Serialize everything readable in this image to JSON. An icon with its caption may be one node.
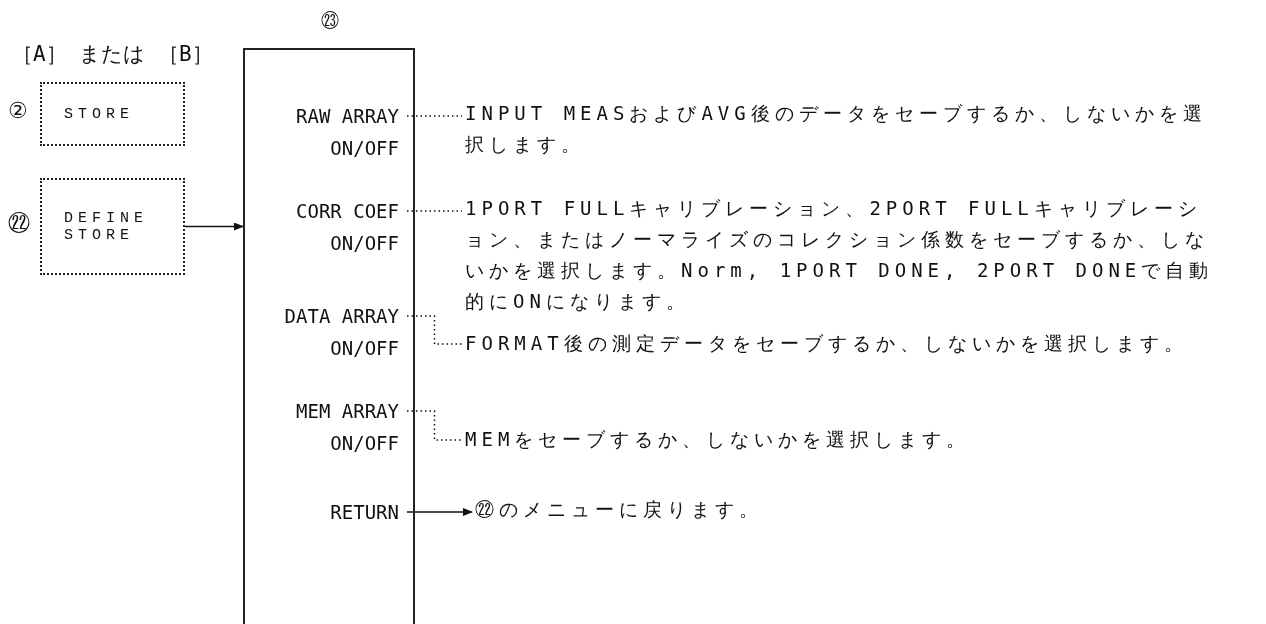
{
  "diagram": {
    "nodes": [
      {
        "text": [
          "STORE"
        ],
        "beside": [
          "②"
        ]
      },
      {
        "text": [
          "DEFINE STORE"
        ],
        "beside": [
          "㉒"
        ]
      },
      {
        "text": [
          "㉓"
        ]
      },
      {
        "text": [
          "RAW ARRAY ON/OFF"
        ],
        "in": 2
      },
      {
        "text": [
          "CORR COEF ON/OFF"
        ],
        "in": 2
      },
      {
        "text": [
          "DATA ARRAY ON/OFF"
        ],
        "in": 2
      },
      {
        "text": [
          "MEM ARRAY ON/OFF"
        ],
        "in": 2
      },
      {
        "text": [
          "RETURN"
        ],
        "in": 2
      },
      {
        "text": [
          "INPUT MEASおよびAVG後のデータをセーブするか、しないかを選択します。"
        ]
      },
      {
        "text": [
          "1PORT FULLキャリブレーション、2PORT FULLキャリブレーション、またはノーマライズのコレクション係数をセーブするか、しないかを選択します。Norm, 1PORT DONE, 2PORT DONEで自動的にONになります。"
        ]
      },
      {
        "text": [
          "FORMAT後の測定データをセーブするか、しないかを選択します。"
        ]
      },
      {
        "text": [
          "MEMをセーブするか、しないかを選択します。"
        ]
      },
      {
        "text": [
          "㉒のメニューに戻ります。"
        ]
      }
    ],
    "edges": [
      {
        "from": 1,
        "to": 2,
        "arrow": "to"
      },
      {
        "from": 3,
        "to": 8,
        "arrow": "none",
        "style": "dashed"
      },
      {
        "from": 4,
        "to": 9,
        "arrow": "none",
        "style": "dashed"
      },
      {
        "from": 5,
        "to": 10,
        "arrow": "none",
        "style": "dashed"
      },
      {
        "from": 6,
        "to": 11,
        "arrow": "none",
        "style": "dashed"
      },
      {
        "from": 7,
        "to": 12,
        "arrow": "to"
      }
    ],
    "labels": [
      "［A］ または ［B］"
    ]
  }
}
